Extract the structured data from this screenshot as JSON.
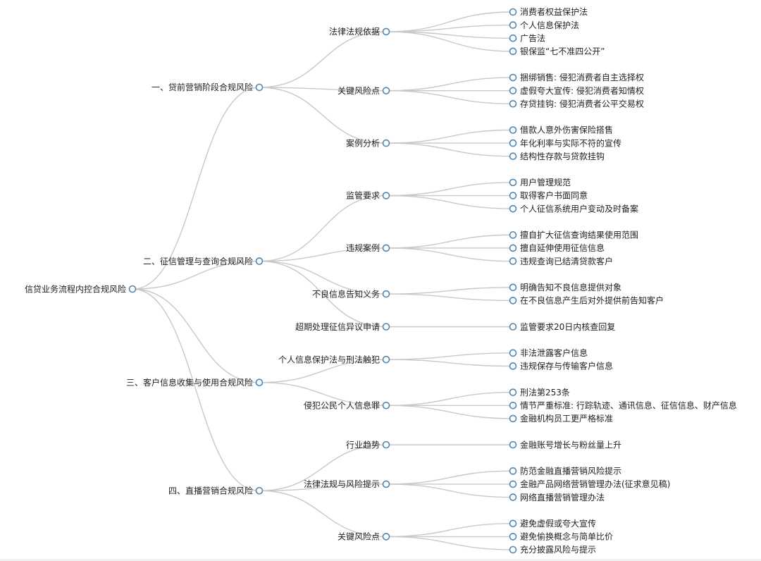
{
  "colors": {
    "link": "#c8c8c8",
    "node_stroke": "#4f87b3",
    "node_fill": "#ffffff",
    "text": "#222222"
  },
  "tree": {
    "label": "信贷业务流程内控合规风险",
    "children": [
      {
        "label": "一、贷前营销阶段合规风险",
        "children": [
          {
            "label": "法律法规依据",
            "children": [
              {
                "label": "消费者权益保护法"
              },
              {
                "label": "个人信息保护法"
              },
              {
                "label": "广告法"
              },
              {
                "label": "银保监“七不准四公开”"
              }
            ]
          },
          {
            "label": "关键风险点",
            "children": [
              {
                "label": "捆绑销售: 侵犯消费者自主选择权"
              },
              {
                "label": "虚假夸大宣传: 侵犯消费者知情权"
              },
              {
                "label": "存贷挂钩: 侵犯消费者公平交易权"
              }
            ]
          },
          {
            "label": "案例分析",
            "children": [
              {
                "label": "借款人意外伤害保险搭售"
              },
              {
                "label": "年化利率与实际不符的宣传"
              },
              {
                "label": "结构性存款与贷款挂钩"
              }
            ]
          }
        ]
      },
      {
        "label": "二、征信管理与查询合规风险",
        "children": [
          {
            "label": "监管要求",
            "children": [
              {
                "label": "用户管理规范"
              },
              {
                "label": "取得客户书面同意"
              },
              {
                "label": "个人征信系统用户变动及时备案"
              }
            ]
          },
          {
            "label": "违规案例",
            "children": [
              {
                "label": "擅自扩大征信查询结果使用范围"
              },
              {
                "label": "擅自延伸使用征信信息"
              },
              {
                "label": "违规查询已结清贷款客户"
              }
            ]
          },
          {
            "label": "不良信息告知义务",
            "children": [
              {
                "label": "明确告知不良信息提供对象"
              },
              {
                "label": "在不良信息产生后对外提供前告知客户"
              }
            ]
          },
          {
            "label": "超期处理征信异议申请",
            "children": [
              {
                "label": "监管要求20日内核查回复"
              }
            ]
          }
        ]
      },
      {
        "label": "三、客户信息收集与使用合规风险",
        "children": [
          {
            "label": "个人信息保护法与刑法触犯",
            "children": [
              {
                "label": "非法泄露客户信息"
              },
              {
                "label": "违规保存与传输客户信息"
              }
            ]
          },
          {
            "label": "侵犯公民个人信息罪",
            "children": [
              {
                "label": "刑法第253条"
              },
              {
                "label": "情节严重标准: 行踪轨迹、通讯信息、征信信息、财产信息"
              },
              {
                "label": "金融机构员工更严格标准"
              }
            ]
          }
        ]
      },
      {
        "label": "四、直播营销合规风险",
        "children": [
          {
            "label": "行业趋势",
            "children": [
              {
                "label": "金融账号增长与粉丝量上升"
              }
            ]
          },
          {
            "label": "法律法规与风险提示",
            "children": [
              {
                "label": "防范金融直播营销风险提示"
              },
              {
                "label": "金融产品网络营销管理办法(征求意见稿)"
              },
              {
                "label": "网络直播营销管理办法"
              }
            ]
          },
          {
            "label": "关键风险点",
            "children": [
              {
                "label": "避免虚假或夸大宣传"
              },
              {
                "label": "避免偷换概念与简单比价"
              },
              {
                "label": "充分披露风险与提示"
              }
            ]
          }
        ]
      }
    ]
  }
}
